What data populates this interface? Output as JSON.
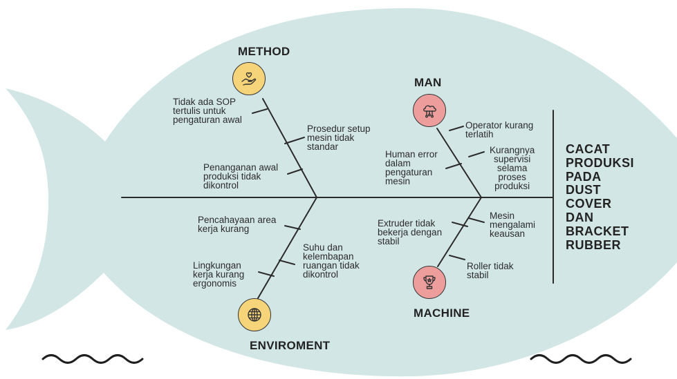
{
  "colors": {
    "fish_body": "#d3e6e6",
    "line": "#2a2a2a",
    "yellow_icon": "#f6d57a",
    "pink_icon": "#ee9d9d"
  },
  "effect": "CACAT\nPRODUKSI\nPADA\nDUST\nCOVER\nDAN\nBRACKET\nRUBBER",
  "categories": {
    "method": {
      "label": "METHOD",
      "icon": "hand-heart-icon",
      "causes": [
        "Tidak ada SOP\ntertulis untuk\npengaturan awal",
        "Prosedur setup\nmesin tidak\nstandar",
        "Penanganan awal\nproduksi tidak\ndikontrol"
      ]
    },
    "man": {
      "label": "MAN",
      "icon": "cloud-network-icon",
      "causes": [
        "Operator kurang\nterlatih",
        "Kurangnya\nsupervisi\nselama\nproses\nproduksi",
        "Human error\ndalam\npengaturan\nmesin"
      ]
    },
    "environment": {
      "label": "ENVIROMENT",
      "icon": "globe-icon",
      "causes": [
        "Pencahayaan area\nkerja kurang",
        "Suhu dan\nkelembapan\nruangan tidak\ndikontrol",
        "Lingkungan\nkerja kurang\nergonomis"
      ]
    },
    "machine": {
      "label": "MACHINE",
      "icon": "trophy-icon",
      "causes": [
        "Extruder tidak\nbekerja dengan\nstabil",
        "Mesin\nmengalami\nkeausan",
        "Roller tidak\nstabil"
      ]
    }
  }
}
